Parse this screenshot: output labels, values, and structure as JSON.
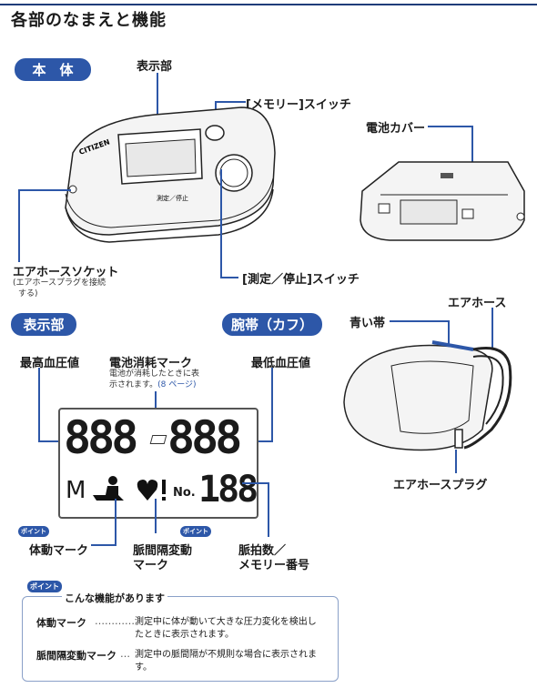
{
  "page_title": "各部のなまえと機能",
  "main_unit": {
    "section_label": "本　体",
    "display_label": "表示部",
    "memory_switch_label": "[メモリー]スイッチ",
    "battery_cover_label": "電池カバー",
    "air_socket_label": "エアホースソケット",
    "air_socket_note_1": "(エアホースプラグを接続",
    "air_socket_note_2": "する)",
    "measure_switch_label": "[測定／停止]スイッチ",
    "device_brand": "CITIZEN",
    "device_button_text": "測定／停止"
  },
  "display": {
    "section_label": "表示部",
    "systolic_label": "最高血圧値",
    "battery_mark_label": "電池消耗マーク",
    "battery_note_1": "電池が消耗したときに表",
    "battery_note_2": "示されます。",
    "battery_note_link": "(8 ページ)",
    "diastolic_label": "最低血圧値",
    "lcd_systolic": "888",
    "lcd_diastolic": "888",
    "lcd_m": "M",
    "lcd_no": "No.",
    "lcd_pulse": "188",
    "body_motion_label": "体動マーク",
    "irregular_label_1": "脈間隔変動",
    "irregular_label_2": "マーク",
    "pulse_label_1": "脈拍数／",
    "pulse_label_2": "メモリー番号",
    "point_badge": "ポイント"
  },
  "cuff": {
    "section_label": "腕帯（カフ）",
    "blue_band_label": "青い帯",
    "air_hose_label": "エアホース",
    "air_plug_label": "エアホースプラグ"
  },
  "info_box": {
    "badge": "ポイント",
    "title": "こんな機能があります",
    "rows": [
      {
        "term": "体動マーク",
        "dots": "…………",
        "desc_1": "測定中に体が動いて大きな圧力変化を検出し",
        "desc_2": "たときに表示されます。"
      },
      {
        "term": "脈間隔変動マーク",
        "dots": "…",
        "desc_1": "測定中の脈間隔が不規則な場合に表示されま",
        "desc_2": "す。"
      }
    ]
  },
  "colors": {
    "accent": "#2d57a8",
    "lcd_segment": "#111111"
  }
}
